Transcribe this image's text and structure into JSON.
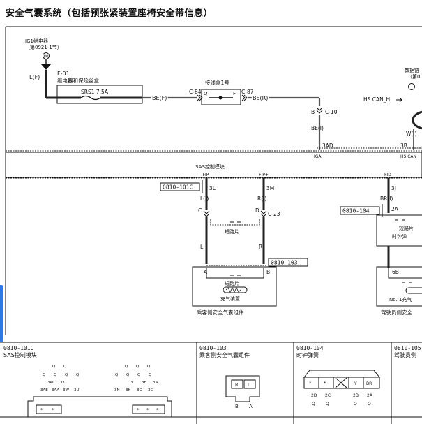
{
  "title": "安全气囊系统（包括预张紧装置座椅安全带信息）",
  "relay": {
    "name": "IG1继电器",
    "ref": "（第0921-1节）",
    "pin": "80"
  },
  "fuse": {
    "wire": "L(F)",
    "id": "F-01",
    "box": "继电器和保险丝盒",
    "label": "SRS1 7.5A"
  },
  "junction": {
    "name": "接线盒1号",
    "left_conn": "C-84",
    "right_conn": "C-87",
    "q": "Q",
    "f": "F"
  },
  "wires": {
    "be_f": "BE(F)",
    "be_r": "BE(R)",
    "c10": "C-10",
    "b": "B",
    "be_i": "BE(I)",
    "hs_can": "HS CAN_H",
    "w_i": "W(I)",
    "l_i": "L(I)",
    "r_i": "R(I)",
    "br_i": "BR(I)",
    "c23": "C-23",
    "l": "L",
    "r": "R",
    "c": "C",
    "d": "D"
  },
  "data_link": {
    "label": "数据链",
    "ref": "（第0"
  },
  "sas": {
    "name": "SAS控制模块",
    "pin_3ad": "3AD",
    "pin_iga": "IGA",
    "pin_3b": "3B",
    "pin_hscan": "HS CAN",
    "fip_minus": "FIP-",
    "fip_plus": "FIP+",
    "fid_minus": "FID-",
    "pin_3l": "3L",
    "pin_3m": "3M",
    "pin_3j": "3J",
    "pin_2a": "2A",
    "pin_6b": "6B"
  },
  "connectors": {
    "c101c": "0810-101C",
    "c103": "0810-103",
    "c104": "0810-104"
  },
  "passenger": {
    "short_bar": "短路片",
    "short_bar2": "短路片",
    "pin_a": "A",
    "pin_b": "B",
    "inflator": "充气装置",
    "module": "乘客侧安全气囊组件"
  },
  "driver": {
    "short_bar": "短路片",
    "clock_spring": "时钟弹",
    "inflator": "No. 1充气",
    "module": "驾驶员侧安全"
  },
  "panels": [
    {
      "code": "0810-101C",
      "name": "SAS控制模块"
    },
    {
      "code": "0810-103",
      "name": "乘客侧安全气囊组件"
    },
    {
      "code": "0810-104",
      "name": "时钟弹簧"
    },
    {
      "code": "0810-105",
      "name": "驾驶员侧"
    }
  ],
  "panel1_pins": {
    "row1": [
      "Q",
      "Q",
      "Q",
      "Q",
      "Q"
    ],
    "row2": [
      "Q",
      "Q",
      "Q",
      "Q",
      "Q",
      "Q",
      "Q",
      "Q"
    ],
    "row3": [
      "3AC",
      "3Y",
      "3",
      "3E",
      "3A"
    ],
    "row4": [
      "3AE",
      "3AA",
      "3W",
      "3U",
      "3N",
      "3K",
      "3G",
      "3C"
    ],
    "row5": [
      "*",
      "*",
      "*",
      "*",
      "*"
    ]
  },
  "panel2_pins": {
    "top": [
      "R",
      "L"
    ],
    "bottom": [
      "B",
      "A"
    ]
  },
  "panel3_pins": {
    "cells": [
      "*",
      "*",
      "Y",
      "BR"
    ],
    "labels": [
      "2D",
      "2C",
      "2B",
      "2A"
    ],
    "q": [
      "Q",
      "Q",
      "Q",
      "Q"
    ]
  }
}
